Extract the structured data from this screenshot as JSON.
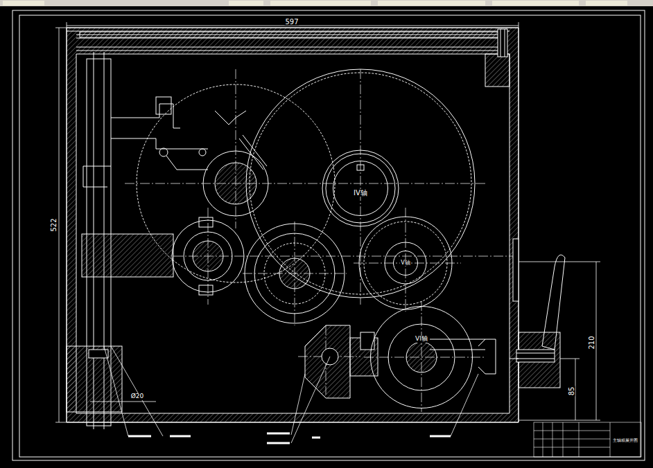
{
  "diagram": {
    "nodes": [
      {
        "text": [
          "IV轴"
        ]
      },
      {
        "text": [
          "V轴"
        ]
      },
      {
        "text": [
          "VI轴"
        ]
      }
    ],
    "labels": [
      "597",
      "522",
      "210",
      "85",
      "Ø20",
      "主轴箱展开图"
    ]
  }
}
